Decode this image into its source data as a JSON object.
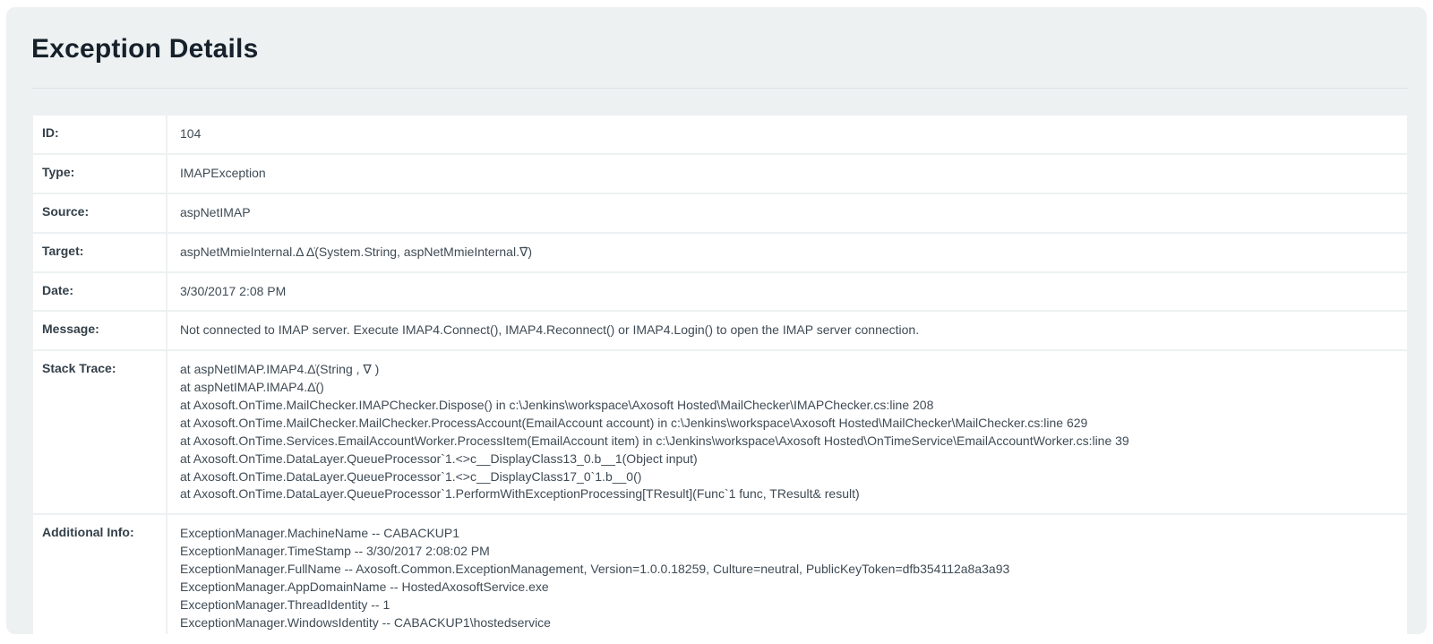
{
  "page": {
    "title": "Exception Details"
  },
  "colors": {
    "page_background": "#ffffff",
    "panel_background": "#edf1f2",
    "row_background": "#ffffff",
    "divider": "#dde3e5",
    "title_text": "#16212b",
    "label_text": "#333f49",
    "value_text": "#3f4b55"
  },
  "table": {
    "rows": [
      {
        "label": "ID:",
        "value": "104"
      },
      {
        "label": "Type:",
        "value": "IMAPException"
      },
      {
        "label": "Source:",
        "value": "aspNetIMAP"
      },
      {
        "label": "Target:",
        "value": "aspNetMmieInternal.Δ Δ̇(System.String, aspNetMmieInternal.∇̇)"
      },
      {
        "label": "Date:",
        "value": "3/30/2017 2:08 PM"
      },
      {
        "label": "Message:",
        "value": "Not connected to IMAP server. Execute IMAP4.Connect(), IMAP4.Reconnect() or IMAP4.Login() to open the IMAP server connection."
      },
      {
        "label": "Stack Trace:",
        "lines": [
          "at aspNetIMAP.IMAP4.Δ̇(String , ∇ )",
          "at aspNetIMAP.IMAP4.Δ̇()",
          "at Axosoft.OnTime.MailChecker.IMAPChecker.Dispose() in c:\\Jenkins\\workspace\\Axosoft Hosted\\MailChecker\\IMAPChecker.cs:line 208",
          "at Axosoft.OnTime.MailChecker.MailChecker.ProcessAccount(EmailAccount account) in c:\\Jenkins\\workspace\\Axosoft Hosted\\MailChecker\\MailChecker.cs:line 629",
          "at Axosoft.OnTime.Services.EmailAccountWorker.ProcessItem(EmailAccount item) in c:\\Jenkins\\workspace\\Axosoft Hosted\\OnTimeService\\EmailAccountWorker.cs:line 39",
          "at Axosoft.OnTime.DataLayer.QueueProcessor`1.<>c__DisplayClass13_0.b__1(Object input)",
          "at Axosoft.OnTime.DataLayer.QueueProcessor`1.<>c__DisplayClass17_0`1.b__0()",
          "at Axosoft.OnTime.DataLayer.QueueProcessor`1.PerformWithExceptionProcessing[TResult](Func`1 func, TResult& result)"
        ]
      },
      {
        "label": "Additional Info:",
        "lines": [
          "ExceptionManager.MachineName -- CABACKUP1",
          "ExceptionManager.TimeStamp -- 3/30/2017 2:08:02 PM",
          "ExceptionManager.FullName -- Axosoft.Common.ExceptionManagement, Version=1.0.0.18259, Culture=neutral, PublicKeyToken=dfb354112a8a3a93",
          "ExceptionManager.AppDomainName -- HostedAxosoftService.exe",
          "ExceptionManager.ThreadIdentity -- 1",
          "ExceptionManager.WindowsIdentity -- CABACKUP1\\hostedservice"
        ]
      }
    ]
  }
}
